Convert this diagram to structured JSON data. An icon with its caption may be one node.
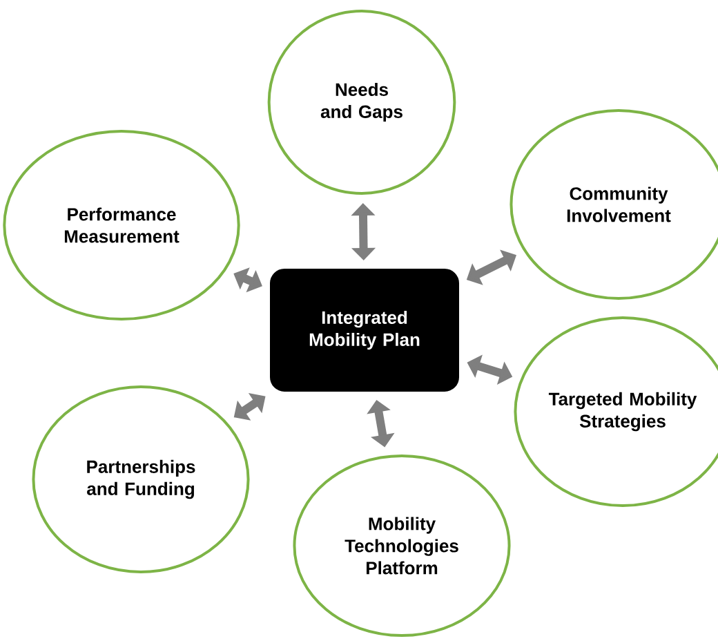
{
  "diagram": {
    "nodes": [
      {
        "text": [
          "Integrated Mobility Plan"
        ]
      },
      {
        "text": [
          "Needs and Gaps"
        ]
      },
      {
        "text": [
          "Community Involvement"
        ]
      },
      {
        "text": [
          "Targeted Mobility Strategies"
        ]
      },
      {
        "text": [
          "Mobility Technologies Platform"
        ]
      },
      {
        "text": [
          "Partnerships and Funding"
        ]
      },
      {
        "text": [
          "Performance Measurement"
        ]
      }
    ],
    "edges": [
      {
        "from": 0,
        "to": 1,
        "arrow": "both"
      },
      {
        "from": 0,
        "to": 2,
        "arrow": "both"
      },
      {
        "from": 0,
        "to": 3,
        "arrow": "both"
      },
      {
        "from": 0,
        "to": 4,
        "arrow": "both"
      },
      {
        "from": 0,
        "to": 5,
        "arrow": "both"
      },
      {
        "from": 0,
        "to": 6,
        "arrow": "both"
      }
    ]
  }
}
